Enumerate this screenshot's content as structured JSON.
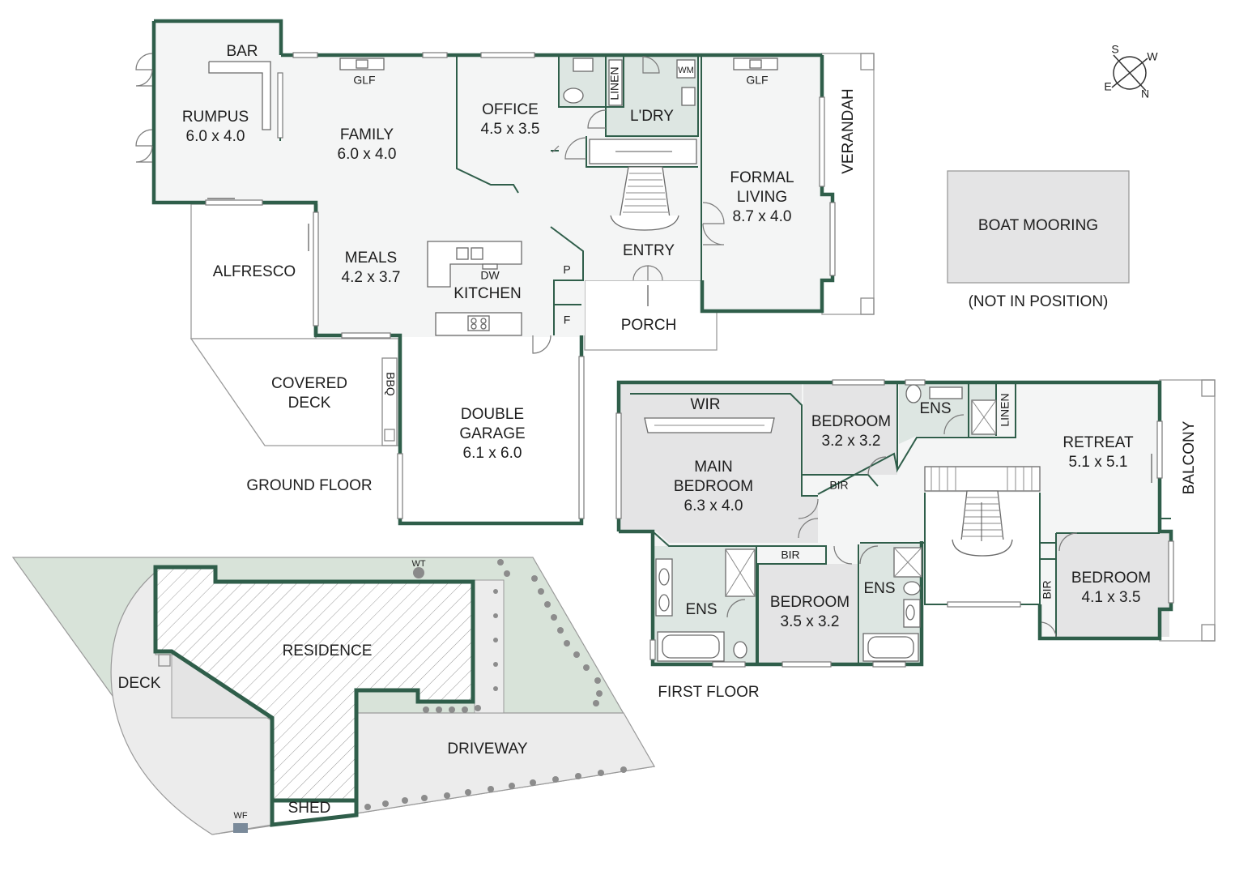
{
  "colors": {
    "wall": "#2f5e4a",
    "floor": "#f4f5f5",
    "wet_area": "#dde6e2",
    "room_grey": "#e4e4e5",
    "site_lawn": "#d8e3d9",
    "site_paving": "#ececec",
    "shrub": "#8c8c8c"
  },
  "compass": {
    "s": "S",
    "w": "W",
    "e": "E",
    "n": "N"
  },
  "ground_floor": {
    "caption": "GROUND FLOOR",
    "rooms": {
      "rumpus": {
        "name": "RUMPUS",
        "dims": "6.0 x 4.0"
      },
      "bar": "BAR",
      "family": {
        "name": "FAMILY",
        "dims": "6.0 x 4.0"
      },
      "glf_family": "GLF",
      "office": {
        "name": "OFFICE",
        "dims": "4.5 x 3.5"
      },
      "linen": "LINEN",
      "wm": "WM",
      "laundry": "L'DRY",
      "glf_formal": "GLF",
      "formal_living": {
        "line1": "FORMAL",
        "line2": "LIVING",
        "dims": "8.7 x 4.0"
      },
      "verandah": "VERANDAH",
      "entry": "ENTRY",
      "porch": "PORCH",
      "meals": {
        "name": "MEALS",
        "dims": "4.2 x 3.7"
      },
      "dw": "DW",
      "kitchen": "KITCHEN",
      "pantry": "P",
      "fridge": "F",
      "alfresco": "ALFRESCO",
      "covered_deck": {
        "line1": "COVERED",
        "line2": "DECK"
      },
      "bbq": "BBQ",
      "garage": {
        "line1": "DOUBLE",
        "line2": "GARAGE",
        "dims": "6.1 x 6.0"
      }
    }
  },
  "boat_mooring": {
    "label": "BOAT MOORING",
    "note": "(NOT IN POSITION)"
  },
  "first_floor": {
    "caption": "FIRST FLOOR",
    "rooms": {
      "wir": "WIR",
      "main_bedroom": {
        "line1": "MAIN",
        "line2": "BEDROOM",
        "dims": "6.3 x 4.0"
      },
      "bedroom_a": {
        "name": "BEDROOM",
        "dims": "3.2 x 3.2"
      },
      "ens_a": "ENS",
      "linen": "LINEN",
      "bir_a": "BIR",
      "retreat": {
        "name": "RETREAT",
        "dims": "5.1 x 5.1"
      },
      "balcony": "BALCONY",
      "ens_main": "ENS",
      "bir_b": "BIR",
      "bedroom_b": {
        "name": "BEDROOM",
        "dims": "3.5 x 3.2"
      },
      "ens_b": "ENS",
      "bir_c": "BIR",
      "bedroom_c": {
        "name": "BEDROOM",
        "dims": "4.1 x 3.5"
      }
    }
  },
  "site": {
    "residence": "RESIDENCE",
    "deck": "DECK",
    "driveway": "DRIVEWAY",
    "shed": "SHED",
    "wt": "WT",
    "wf": "WF"
  }
}
